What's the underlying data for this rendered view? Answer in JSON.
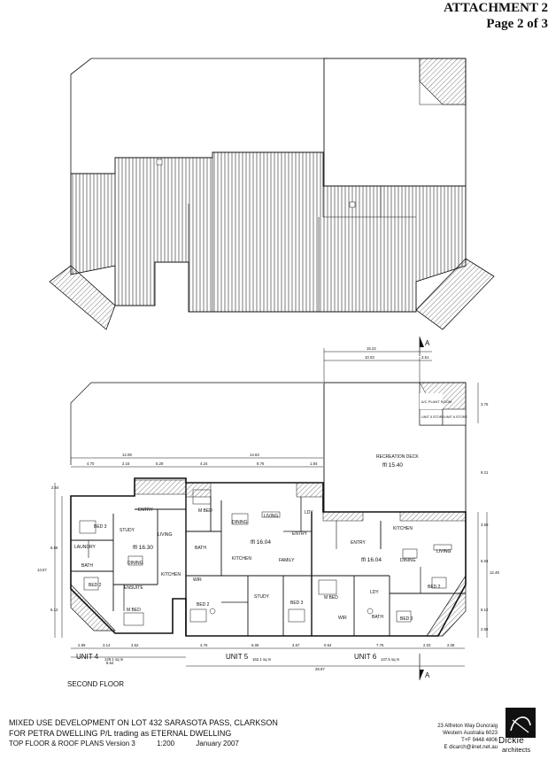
{
  "header": {
    "attachment": "ATTACHMENT 2",
    "page": "Page 2 of 3"
  },
  "section_marks": {
    "top": "A",
    "bottom": "A"
  },
  "rooms": {
    "recreation_deck": "RECREATION DECK",
    "recreation_ffl": "ffl 15.40",
    "ac_plant": "A/C PLANT ROOM",
    "unit5_store": "UNIT 5 STORE",
    "unit6_store": "UNIT 6 STORE",
    "u4_bed3": "BED 3",
    "u4_study": "STUDY",
    "u4_entry": "ENTRY",
    "u4_living": "LIVING",
    "u4_laundry": "LAUNDRY",
    "u4_bath": "BATH",
    "u4_ffl": "ffl 16.30",
    "u4_dining": "DINING",
    "u4_bed2": "BED 2",
    "u4_ensuite": "ENSUITE",
    "u4_kitchen": "KITCHEN",
    "u4_mbed": "M BED",
    "u5_mbed": "M BED",
    "u5_dining": "DINING",
    "u5_living": "LIVING",
    "u5_ldy": "LDY",
    "u5_bath": "BATH",
    "u5_ffl": "ffl 16.04",
    "u5_entry": "ENTRY",
    "u5_kitchen": "KITCHEN",
    "u5_family": "FAMILY",
    "u5_wir": "WIR",
    "u5_bed2": "BED 2",
    "u5_study": "STUDY",
    "u5_bed3": "BED 3",
    "u6_kitchen": "KITCHEN",
    "u6_entry": "ENTRY",
    "u6_ffl": "ffl 16.04",
    "u6_dining": "DINING",
    "u6_living": "LIVING",
    "u6_mbed": "M BED",
    "u6_ldy": "LDY",
    "u6_bed2": "BED 2",
    "u6_wir": "WIR",
    "u6_bath": "BATH",
    "u6_bed3": "BED 3"
  },
  "dimensions": {
    "d1522": "15.22",
    "d1003": "10.03",
    "d351": "3.51",
    "d375": "3.75",
    "d1208": "12.08",
    "d1463": "14.63",
    "d470": "4.70",
    "d216": "2.16",
    "d529": "5.29",
    "d424": "4.24",
    "d876": "8.76",
    "d184": "1.84",
    "d264": "2.64",
    "d655": "6.55",
    "d1357": "13.57",
    "d512": "5.12",
    "d921": "9.21",
    "d350": "3.50",
    "d504": "5.04",
    "d1249": "12.49",
    "d612": "6.12",
    "d259": "2.59",
    "d299": "2.99",
    "d314": "3.14",
    "d352": "3.52",
    "d864": "8.64",
    "d476": "4.76",
    "d605": "6.05",
    "d367": "3.67",
    "d064": "0.64",
    "d776": "7.76",
    "d203": "2.03",
    "d208": "2.08",
    "d2997": "29.97"
  },
  "units": {
    "unit4": "UNIT 4",
    "unit4_area": "129.1 sq m",
    "unit5": "UNIT 5",
    "unit5_area": "162.1 sq m",
    "unit6": "UNIT 6",
    "unit6_area": "147.5 sq m"
  },
  "floor_label": "SECOND FLOOR",
  "title_block": {
    "line1": "MIXED USE DEVELOPMENT ON LOT 432 SARASOTA PASS, CLARKSON",
    "line2": "FOR PETRA DWELLING P/L trading as ETERNAL DWELLING",
    "drawing": "TOP FLOOR & ROOF PLANS Version 3",
    "scale": "1:200",
    "date": "January 2007"
  },
  "contact": {
    "address1": "23 Alfreton Way Duncraig",
    "address2": "Western Australia 6023",
    "phone": "T+F 9448 4806",
    "email": "E dicarch@iinet.net.au"
  },
  "logo": {
    "name": "Dickie",
    "sub": "architects"
  }
}
